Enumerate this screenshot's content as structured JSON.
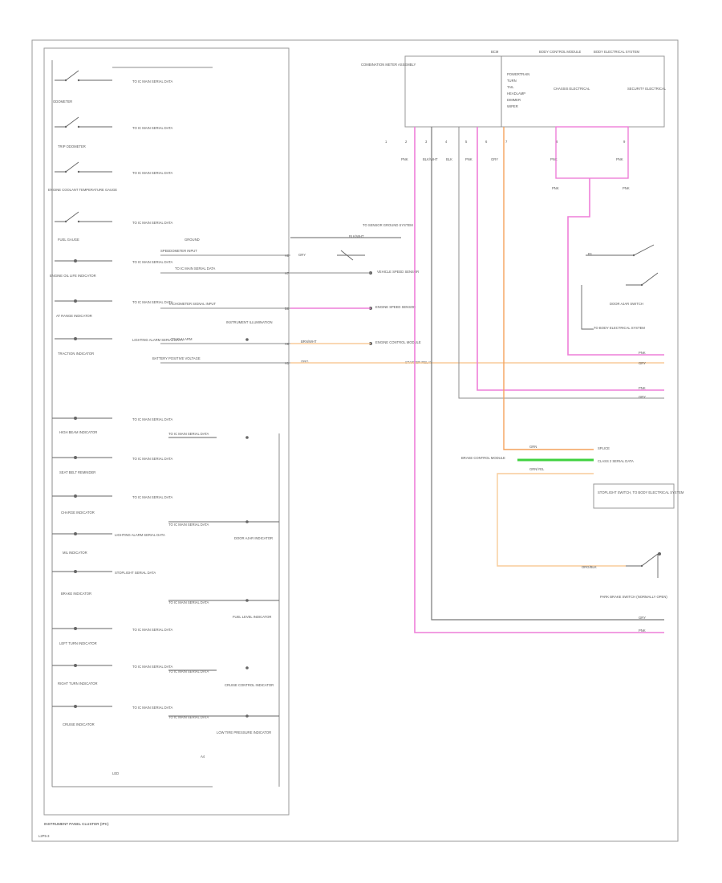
{
  "figure_code": "L2P5-3",
  "cluster": {
    "title": "INSTRUMENT PANEL CLUSTER (IPC)",
    "top_switches": [
      {
        "name": "ODOMETER",
        "label": "TO IC MAIN SERIAL DATA"
      },
      {
        "name": "TRIP ODOMETER",
        "label": "TO IC MAIN SERIAL DATA"
      },
      {
        "name": "ENGINE COOLANT TEMPERATURE GAUGE",
        "label": "TO IC MAIN SERIAL DATA"
      },
      {
        "name": "FUEL GAUGE",
        "label": "TO IC MAIN SERIAL DATA"
      },
      {
        "name": "ENGINE OIL LIFE INDICATOR",
        "label": "TO IC MAIN SERIAL DATA"
      },
      {
        "name": "AT RANGE INDICATOR",
        "label": "TO IC MAIN SERIAL DATA"
      },
      {
        "name": "TRACTION INDICATOR",
        "label": "LIGHTING ALARM SERIAL DATA"
      }
    ],
    "indicators": [
      {
        "name": "HIGH BEAM INDICATOR",
        "label": "TO IC MAIN SERIAL DATA"
      },
      {
        "name": "SEAT BELT REMINDER",
        "label": "TO IC MAIN SERIAL DATA"
      },
      {
        "name": "CHARGE INDICATOR",
        "label": "TO IC MAIN SERIAL DATA"
      },
      {
        "name": "MIL INDICATOR",
        "label": "LIGHTING ALARM SERIAL DATA"
      },
      {
        "name": "BRAKE INDICATOR",
        "label": "STOPLIGHT SERIAL DATA"
      },
      {
        "name": "LEFT TURN INDICATOR",
        "label": "TO IC MAIN SERIAL DATA"
      },
      {
        "name": "RIGHT TURN INDICATOR",
        "label": "TO IC MAIN SERIAL DATA"
      },
      {
        "name": "CRUISE INDICATOR",
        "label": "TO IC MAIN SERIAL DATA"
      }
    ],
    "right_column": [
      {
        "name": "TO IC MAIN SERIAL DATA",
        "indicator": ""
      },
      {
        "name": "TO IC MAIN SERIAL DATA",
        "indicator": "DOOR AJAR INDICATOR"
      },
      {
        "name": "TO IC MAIN SERIAL DATA",
        "indicator": "FUEL LEVEL INDICATOR"
      },
      {
        "name": "TO IC MAIN SERIAL DATA",
        "indicator": "CRUISE CONTROL INDICATOR"
      },
      {
        "name": "TO IC MAIN SERIAL DATA",
        "indicator": "LOW TIRE PRESSURE INDICATOR"
      }
    ],
    "signal_labels": [
      "GROUND",
      "SPEEDOMETER INPUT",
      "TO IC MAIN SERIAL DATA",
      "TACHOMETER SIGNAL INPUT",
      "TO IC ALARM",
      "BATTERY POSITIVE VOLTAGE"
    ],
    "backlight": "INSTRUMENT ILLUMINATION",
    "ground_label": "LED",
    "gnd_pin": "A4"
  },
  "pins": [
    "A8",
    "A7",
    "B8",
    "A6",
    "A1"
  ],
  "bcm": {
    "title": "COMBINATION METER ASSEMBLY",
    "header_1": "BCM",
    "header_2": "BODY CONTROL MODULE",
    "header_3": "BODY ELECTRICAL SYSTEM",
    "inner_labels": [
      "POWERTRAIN",
      "TURN",
      "TAIL",
      "HEADLAMP",
      "DIMMER",
      "WIPER"
    ],
    "mid_label": "CHASSIS ELECTRICAL",
    "right_label": "SECURITY ELECTRICAL",
    "pin_row": [
      "1",
      "2",
      "3",
      "4",
      "5",
      "6",
      "7",
      "8",
      "9"
    ],
    "wire_codes": [
      "PNK",
      "BLK/WHT",
      "BLK",
      "PNK",
      "GRY",
      "PNK",
      "PNK"
    ]
  },
  "connections": [
    {
      "label": "TO SENSOR GROUND SYSTEM",
      "wire": "BLK/WHT"
    },
    {
      "label": "VEHICLE SPEED SENSOR",
      "wire": "GRY"
    },
    {
      "label": "ENGINE SPEED SENSOR",
      "wire": "PNK"
    },
    {
      "label": "ENGINE CONTROL MODULE",
      "wire": "BRN/WHT"
    },
    {
      "label": "STARTER RELAY",
      "wire": "ORG"
    }
  ],
  "door_switch": {
    "title": "DOOR AJAR SWITCH",
    "sub": "TO BODY ELECTRICAL SYSTEM",
    "pin": "B1"
  },
  "right_labels": [
    "PNK",
    "GRY",
    "PNK",
    "GRY",
    "GRY",
    "PNK"
  ],
  "splice": {
    "label": "SPLICE",
    "data": "CLASS 2 SERIAL DATA",
    "wires": [
      "GRN",
      "GRN/YEL"
    ]
  },
  "brake": {
    "title": "BRAKE CONTROL MODULE",
    "desc": "STOPLIGHT SWITCH, TO BODY ELECTRICAL SYSTEM",
    "switch": "PARK BRAKE SWITCH (NORMALLY OPEN)",
    "wire": "ORG/BLK"
  }
}
